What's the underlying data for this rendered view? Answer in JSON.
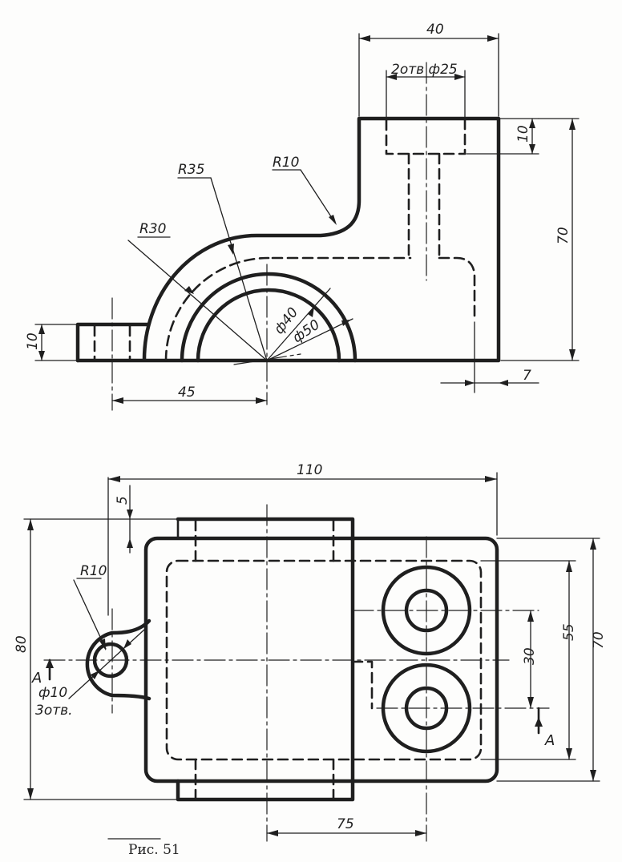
{
  "figure": {
    "caption": "Рис. 51"
  },
  "front_view": {
    "dims": {
      "width_40": "40",
      "holes_note": "2отв ф25",
      "height_10_top": "10",
      "height_70": "70",
      "radius_10": "R10",
      "radius_35": "R35",
      "radius_30": "R30",
      "diameter_40": "ф40",
      "diameter_50": "ф50",
      "lug_10": "10",
      "offset_45": "45",
      "offset_7": "7"
    }
  },
  "top_view": {
    "dims": {
      "length_110": "110",
      "offset_5": "5",
      "height_80": "80",
      "height_70": "70",
      "spacing_55": "55",
      "spacing_30": "30",
      "radius_10": "R10",
      "hole_note_d": "ф10",
      "hole_note_count": "3отв.",
      "section_left": "A",
      "section_right": "A",
      "offset_75": "75"
    }
  }
}
